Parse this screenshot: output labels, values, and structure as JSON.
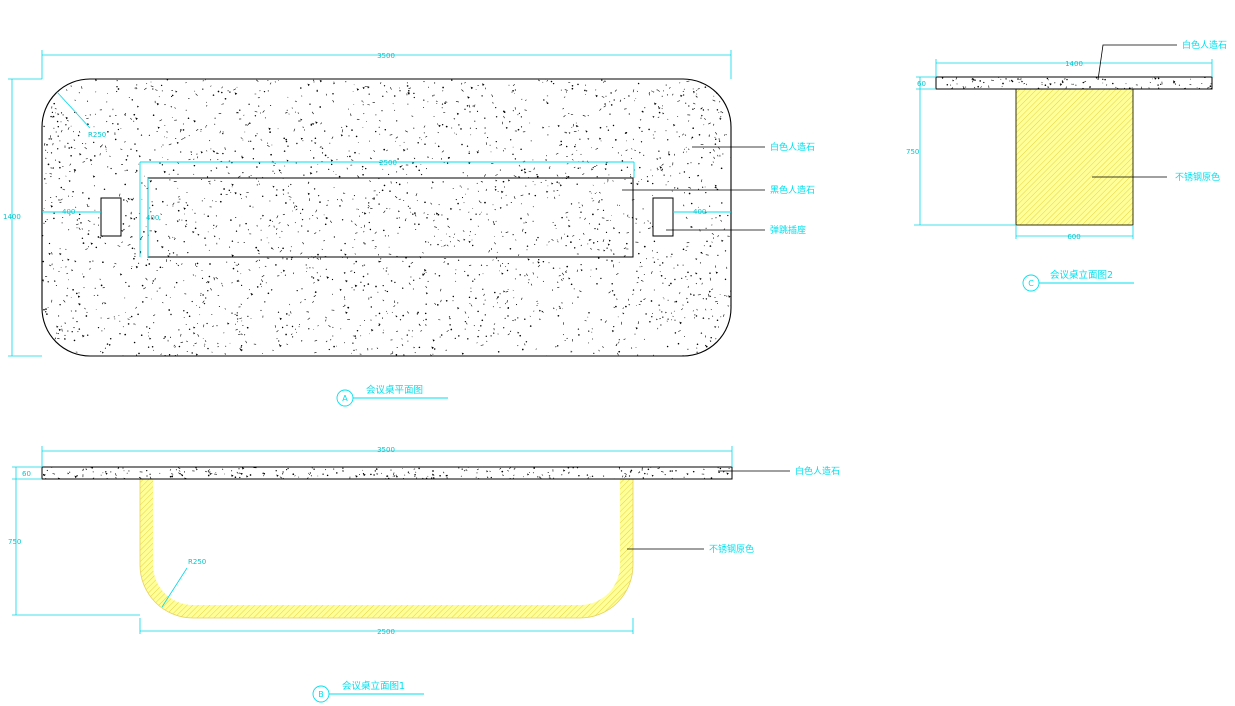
{
  "colors": {
    "dimension": "#00d8e8",
    "label": "#00e0ee",
    "outline": "#000000",
    "steel_fill": "#ffff99",
    "steel_hatch": "#e0c830",
    "stone_fill": "#ffffff"
  },
  "plan_view": {
    "dims": {
      "overall_length": "3500",
      "overall_width": "1400",
      "corner_radius": "R250",
      "inset_length": "2500",
      "inset_width": "400",
      "socket_offset_left": "400",
      "socket_offset_right": "400"
    },
    "labels": {
      "white_stone": "白色人造石",
      "black_stone": "黑色人造石",
      "socket": "弹跳插座"
    },
    "view_letter": "A",
    "view_title": "会议桌平面图"
  },
  "elevation_1": {
    "dims": {
      "overall_length": "3500",
      "top_thickness": "60",
      "height": "750",
      "bend_radius": "R250",
      "leg_span": "2500"
    },
    "labels": {
      "white_stone": "白色人造石",
      "stainless": "不锈钢原色"
    },
    "view_letter": "B",
    "view_title": "会议桌立面图1"
  },
  "elevation_2": {
    "dims": {
      "overall_width": "1400",
      "top_thickness": "60",
      "height": "750",
      "base_width": "600"
    },
    "labels": {
      "white_stone": "白色人造石",
      "stainless": "不锈钢原色"
    },
    "view_letter": "C",
    "view_title": "会议桌立面图2"
  }
}
